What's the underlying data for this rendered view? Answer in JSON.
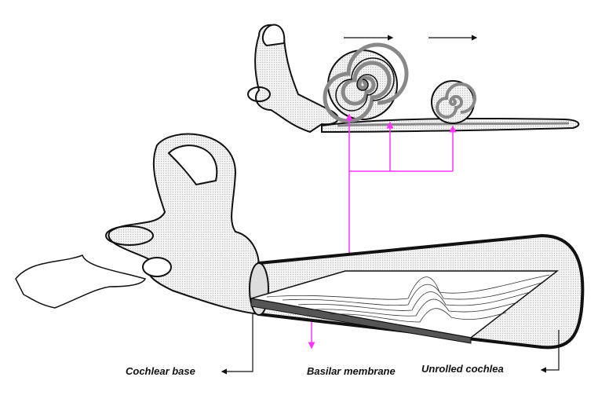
{
  "labels": {
    "cochlear_base": "Cochlear base",
    "basilar_membrane": "Basilar membrane",
    "unrolled_cochlea": "Unrolled cochlea"
  },
  "colors": {
    "pointer": "#ff33ff",
    "outline": "#111111",
    "fill": "#e8e8e8",
    "shade": "#8c8c8c"
  }
}
